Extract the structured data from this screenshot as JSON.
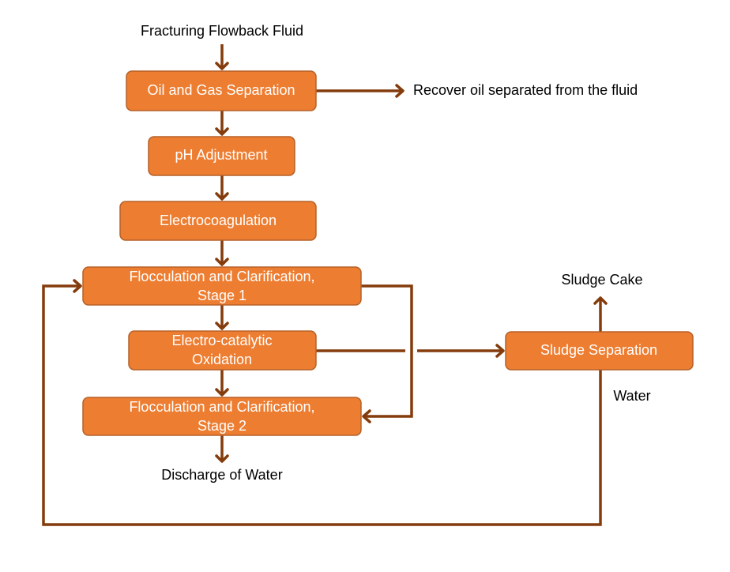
{
  "input": "Fracturing Flowback Fluid",
  "steps": {
    "oil_gas": "Oil and Gas Separation",
    "ph": "pH Adjustment",
    "electrocoag": "Electrocoagulation",
    "floc1_l1": "Flocculation and Clarification,",
    "floc1_l2": "Stage 1",
    "eco_l1": "Electro-catalytic",
    "eco_l2": "Oxidation",
    "floc2_l1": "Flocculation and Clarification,",
    "floc2_l2": "Stage 2",
    "sludge_sep": "Sludge Separation"
  },
  "outputs": {
    "oil": "Recover oil separated from the fluid",
    "discharge": "Discharge of Water",
    "sludge_cake": "Sludge Cake",
    "water": "Water"
  },
  "colors": {
    "box": "#ED7D31",
    "line": "#843C0C"
  }
}
